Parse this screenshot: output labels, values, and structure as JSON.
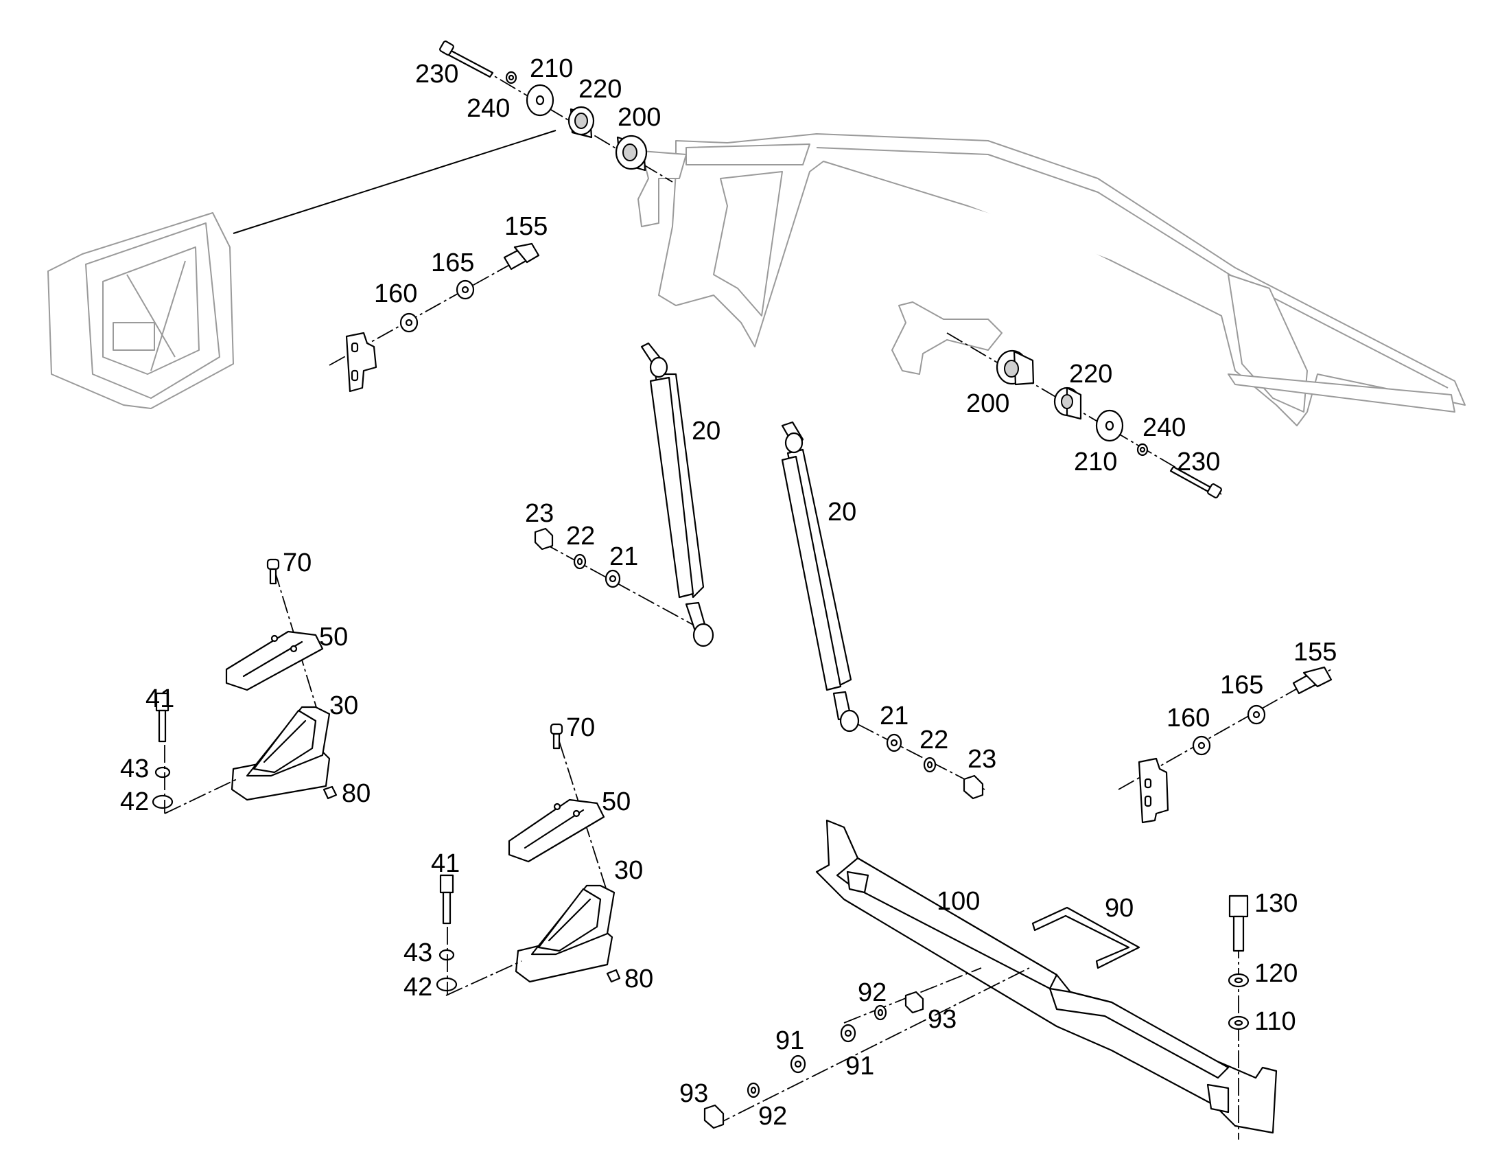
{
  "diagram": {
    "labels": {
      "l230_top": "230",
      "l240_top": "240",
      "l210_top": "210",
      "l220_top": "220",
      "l200_top": "200",
      "l155_top": "155",
      "l165_top": "165",
      "l160_top": "160",
      "l200_right": "200",
      "l220_right": "220",
      "l210_right": "210",
      "l240_right": "240",
      "l230_right": "230",
      "l20_a": "20",
      "l20_b": "20",
      "l23_a": "23",
      "l22_a": "22",
      "l21_a": "21",
      "l21_b": "21",
      "l22_b": "22",
      "l23_b": "23",
      "l70_a": "70",
      "l50_a": "50",
      "l41_a": "41",
      "l30_a": "30",
      "l43_a": "43",
      "l42_a": "42",
      "l80_a": "80",
      "l70_b": "70",
      "l50_b": "50",
      "l41_b": "41",
      "l30_b": "30",
      "l43_b": "43",
      "l42_b": "42",
      "l80_b": "80",
      "l155_right": "155",
      "l165_right": "165",
      "l160_right": "160",
      "l100": "100",
      "l90": "90",
      "l92_a": "92",
      "l93_a": "93",
      "l91_a": "91",
      "l91_b": "91",
      "l93_b": "93",
      "l92_b": "92",
      "l130": "130",
      "l120": "120",
      "l110": "110"
    }
  }
}
